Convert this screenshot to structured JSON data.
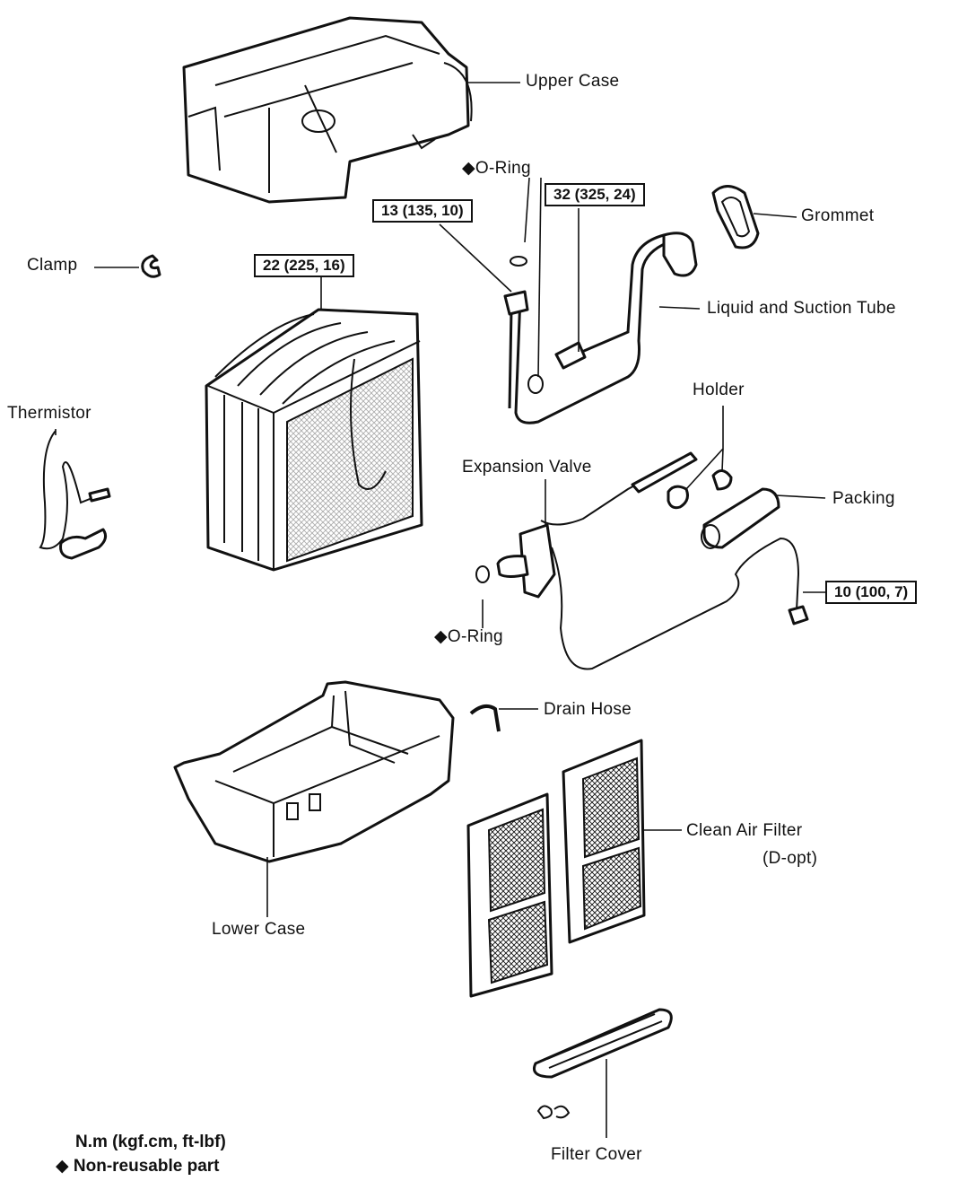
{
  "labels": {
    "upper_case": "Upper Case",
    "o_ring_top": "O-Ring",
    "grommet": "Grommet",
    "clamp": "Clamp",
    "liquid_suction_tube": "Liquid and Suction Tube",
    "holder": "Holder",
    "thermistor": "Thermistor",
    "expansion_valve": "Expansion Valve",
    "packing": "Packing",
    "o_ring_mid": "O-Ring",
    "drain_hose": "Drain Hose",
    "clean_air_filter": "Clean Air Filter",
    "clean_air_filter_note": "(D-opt)",
    "lower_case": "Lower Case",
    "filter_cover": "Filter Cover"
  },
  "torque": {
    "t13": "13 (135, 10)",
    "t32": "32 (325, 24)",
    "t22": "22 (225, 16)",
    "t10": "10 (100, 7)"
  },
  "legend": {
    "units": "N.m (kgf.cm, ft-lbf)",
    "non_reusable": "Non-reusable part"
  },
  "icons": {
    "non_reusable_marker": "diamond-icon"
  }
}
